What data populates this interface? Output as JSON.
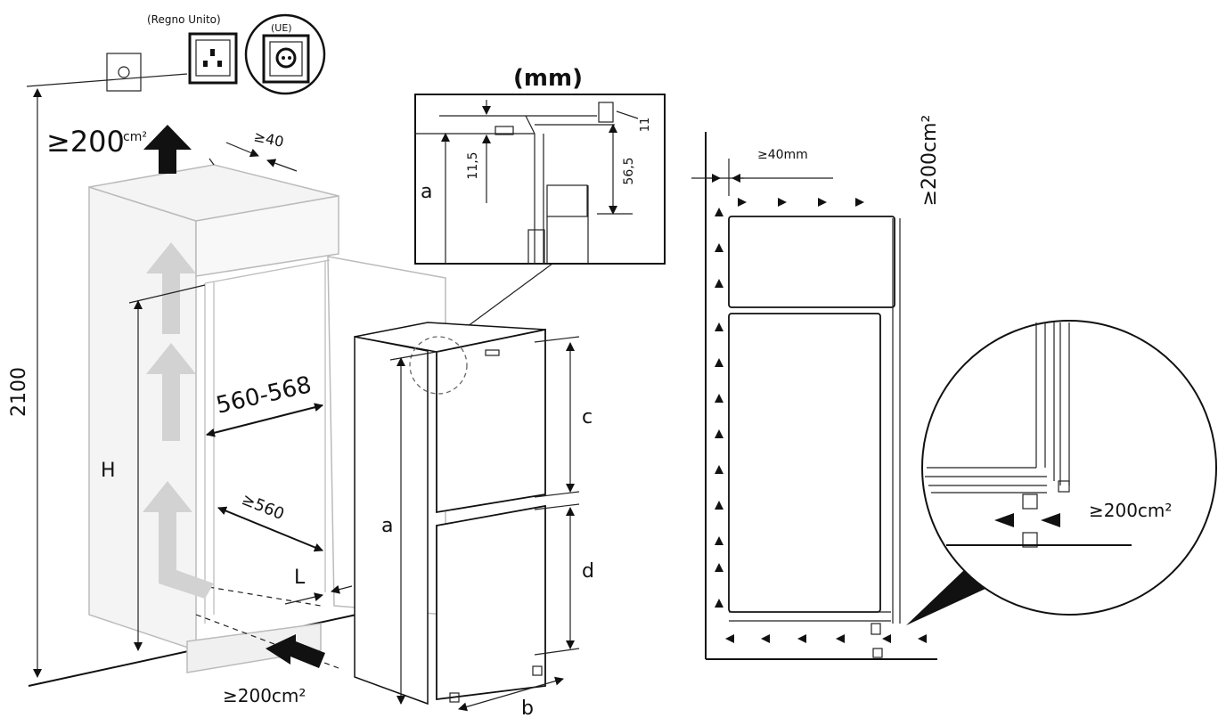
{
  "unit_title": "(mm)",
  "sockets": {
    "uk_label": "(Regno Unito)",
    "eu_label": "(UE)"
  },
  "cabinet": {
    "total_height": "2100",
    "top_vent": "≥200",
    "top_vent_unit": "cm²",
    "top_gap": "≥40",
    "internal_width": "560-568",
    "depth": "≥560",
    "height_label": "H",
    "bottom_vent": "≥200cm²",
    "gap_label": "L"
  },
  "appliance": {
    "a_label": "a",
    "b_label": "b",
    "c_label": "c",
    "d_label": "d"
  },
  "detail": {
    "a_label": "a",
    "dim_115": "11,5",
    "dim_565": "56,5",
    "dim_11": "11"
  },
  "side_view": {
    "gap": "≥40mm",
    "top_vent": "≥200cm²",
    "zoom_vent": "≥200cm²"
  }
}
